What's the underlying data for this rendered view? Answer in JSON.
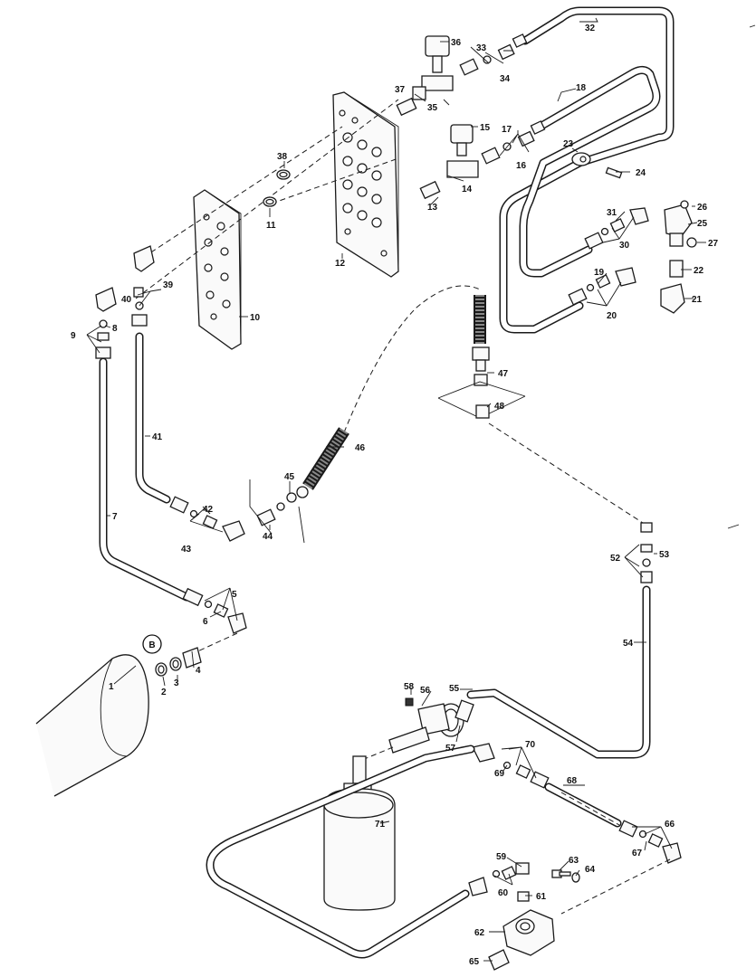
{
  "diagram": {
    "callout_B": "B",
    "labels": {
      "l1": "1",
      "l2": "2",
      "l3": "3",
      "l4": "4",
      "l5": "5",
      "l6": "6",
      "l7": "7",
      "l8": "8",
      "l9": "9",
      "l10": "10",
      "l11": "11",
      "l12": "12",
      "l13": "13",
      "l14": "14",
      "l15": "15",
      "l16": "16",
      "l17": "17",
      "l18": "18",
      "l19": "19",
      "l20": "20",
      "l21": "21",
      "l22": "22",
      "l23": "23",
      "l24": "24",
      "l25": "25",
      "l26": "26",
      "l27": "27",
      "l30": "30",
      "l31": "31",
      "l32": "32",
      "l33": "33",
      "l34": "34",
      "l35": "35",
      "l36": "36",
      "l37": "37",
      "l38": "38",
      "l39": "39",
      "l40": "40",
      "l41": "41",
      "l42": "42",
      "l43": "43",
      "l44": "44",
      "l45": "45",
      "l46": "46",
      "l47": "47",
      "l48": "48",
      "l52": "52",
      "l53": "53",
      "l54": "54",
      "l55": "55",
      "l56": "56",
      "l57": "57",
      "l58": "58",
      "l59": "59",
      "l60": "60",
      "l61": "61",
      "l62": "62",
      "l63": "63",
      "l64": "64",
      "l65": "65",
      "l66": "66",
      "l67": "67",
      "l68": "68",
      "l69": "69",
      "l70": "70",
      "l71": "71"
    }
  }
}
